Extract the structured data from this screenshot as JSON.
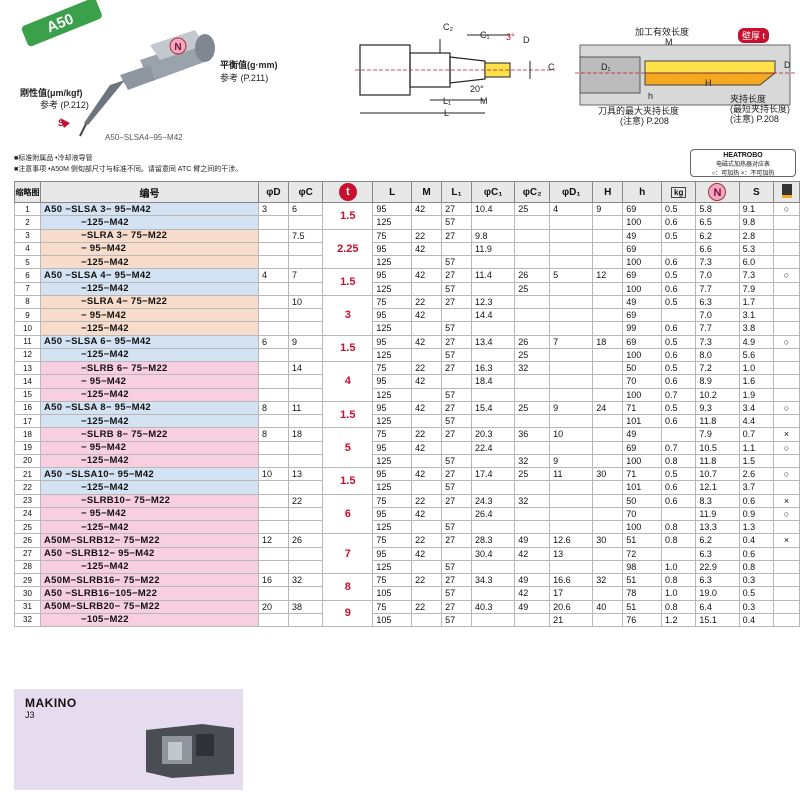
{
  "badge": "A50",
  "illustration": {
    "rigidity_label": "刚性值(μm/kgf)",
    "rigidity_ref": "参考 (P.212)",
    "balance_label": "平衡值(g·mm)",
    "balance_ref": "参考 (P.211)",
    "model_code": "A50−SLSA4−95−M42",
    "icon_s": "S",
    "icon_n": "N"
  },
  "diagram": {
    "c2": "C₂",
    "c1": "C₁",
    "angle3": "3°",
    "d": "D",
    "c": "C",
    "angle20": "20°",
    "l1": "L₁",
    "m": "M",
    "l": "L",
    "eff_len": "加工有效长度",
    "m2": "M",
    "wall": "壁厚 t",
    "d1": "D₁",
    "d2": "D",
    "h_upper": "H",
    "h_lower": "h",
    "max_clamp": "刀具的最大夹持长度",
    "max_note": "(注意) P.208",
    "clamp": "夹持长度",
    "min_clamp": "(最短夹持长度)",
    "min_note": "(注意) P.208"
  },
  "notes": {
    "line1": "■标准附属品  •冷却液导管",
    "line2": "■注意事项      •A50M 侧旬部尺寸与标准不同。请留意同 ATC 臂之间的干涉。"
  },
  "legend": {
    "title": "HEATROBO",
    "subtitle": "电磁式加热器对应表",
    "key": "○：可加热    ×：不可加热"
  },
  "table": {
    "headers": [
      "编号",
      "φD",
      "φC",
      "t",
      "L",
      "M",
      "L₁",
      "φC₁",
      "φC₂",
      "φD₁",
      "H",
      "h",
      "kg",
      "N",
      "S",
      "heat"
    ],
    "header_no": "缩略图",
    "rows": [
      {
        "no": "1",
        "code": "A50  −SLSA 3−  95−M42",
        "bg": "blue",
        "D": "3",
        "C": "6",
        "L": "95",
        "M": "42",
        "L1": "27",
        "C1": "10.4",
        "C2": "25",
        "D1": "4",
        "H": "9",
        "h": "69",
        "kg": "0.5",
        "N": "5.8",
        "S": "9.1",
        "mk": "○"
      },
      {
        "no": "2",
        "code": "−125−M42",
        "bg": "blue",
        "D": "",
        "C": "",
        "L": "125",
        "M": "",
        "L1": "57",
        "C1": "",
        "C2": "",
        "D1": "",
        "H": "",
        "h": "100",
        "kg": "0.6",
        "N": "6.5",
        "S": "9.8",
        "mk": ""
      },
      {
        "no": "3",
        "code": "−SLRA 3−  75−M22",
        "bg": "peach",
        "D": "",
        "C": "7.5",
        "L": "75",
        "M": "22",
        "L1": "27",
        "C1": "9.8",
        "C2": "",
        "D1": "",
        "H": "",
        "h": "49",
        "kg": "0.5",
        "N": "6.2",
        "S": "2.8",
        "mk": ""
      },
      {
        "no": "4",
        "code": "−  95−M42",
        "bg": "peach",
        "D": "",
        "C": "",
        "L": "95",
        "M": "42",
        "L1": "",
        "C1": "11.9",
        "C2": "",
        "D1": "",
        "H": "",
        "h": "69",
        "kg": "",
        "N": "6.6",
        "S": "5.3",
        "mk": ""
      },
      {
        "no": "5",
        "code": "−125−M42",
        "bg": "peach",
        "D": "",
        "C": "",
        "L": "125",
        "M": "",
        "L1": "57",
        "C1": "",
        "C2": "",
        "D1": "",
        "H": "",
        "h": "100",
        "kg": "0.6",
        "N": "7.3",
        "S": "6.0",
        "mk": ""
      },
      {
        "no": "6",
        "code": "A50  −SLSA 4−  95−M42",
        "bg": "blue",
        "D": "4",
        "C": "7",
        "L": "95",
        "M": "42",
        "L1": "27",
        "C1": "11.4",
        "C2": "26",
        "D1": "5",
        "H": "12",
        "h": "69",
        "kg": "0.5",
        "N": "7.0",
        "S": "7.3",
        "mk": "○"
      },
      {
        "no": "7",
        "code": "−125−M42",
        "bg": "blue",
        "D": "",
        "C": "",
        "L": "125",
        "M": "",
        "L1": "57",
        "C1": "",
        "C2": "25",
        "D1": "",
        "H": "",
        "h": "100",
        "kg": "0.6",
        "N": "7.7",
        "S": "7.9",
        "mk": ""
      },
      {
        "no": "8",
        "code": "−SLRA  4−  75−M22",
        "bg": "peach",
        "D": "",
        "C": "10",
        "L": "75",
        "M": "22",
        "L1": "27",
        "C1": "12.3",
        "C2": "",
        "D1": "",
        "H": "",
        "h": "49",
        "kg": "0.5",
        "N": "6.3",
        "S": "1.7",
        "mk": ""
      },
      {
        "no": "9",
        "code": "−  95−M42",
        "bg": "peach",
        "D": "",
        "C": "",
        "L": "95",
        "M": "42",
        "L1": "",
        "C1": "14.4",
        "C2": "",
        "D1": "",
        "H": "",
        "h": "69",
        "kg": "",
        "N": "7.0",
        "S": "3.1",
        "mk": ""
      },
      {
        "no": "10",
        "code": "−125−M42",
        "bg": "peach",
        "D": "",
        "C": "",
        "L": "125",
        "M": "",
        "L1": "57",
        "C1": "",
        "C2": "",
        "D1": "",
        "H": "",
        "h": "99",
        "kg": "0.6",
        "N": "7.7",
        "S": "3.8",
        "mk": ""
      },
      {
        "no": "11",
        "code": "A50  −SLSA  6−  95−M42",
        "bg": "blue",
        "D": "6",
        "C": "9",
        "L": "95",
        "M": "42",
        "L1": "27",
        "C1": "13.4",
        "C2": "26",
        "D1": "7",
        "H": "18",
        "h": "69",
        "kg": "0.5",
        "N": "7.3",
        "S": "4.9",
        "mk": "○"
      },
      {
        "no": "12",
        "code": "−125−M42",
        "bg": "blue",
        "D": "",
        "C": "",
        "L": "125",
        "M": "",
        "L1": "57",
        "C1": "",
        "C2": "25",
        "D1": "",
        "H": "",
        "h": "100",
        "kg": "0.6",
        "N": "8.0",
        "S": "5.6",
        "mk": ""
      },
      {
        "no": "13",
        "code": "−SLRB  6−  75−M22",
        "bg": "pink",
        "D": "",
        "C": "14",
        "L": "75",
        "M": "22",
        "L1": "27",
        "C1": "16.3",
        "C2": "32",
        "D1": "",
        "H": "",
        "h": "50",
        "kg": "0.5",
        "N": "7.2",
        "S": "1.0",
        "mk": ""
      },
      {
        "no": "14",
        "code": "−  95−M42",
        "bg": "pink",
        "D": "",
        "C": "",
        "L": "95",
        "M": "42",
        "L1": "",
        "C1": "18.4",
        "C2": "",
        "D1": "",
        "H": "",
        "h": "70",
        "kg": "0.6",
        "N": "8.9",
        "S": "1.6",
        "mk": ""
      },
      {
        "no": "15",
        "code": "−125−M42",
        "bg": "pink",
        "D": "",
        "C": "",
        "L": "125",
        "M": "",
        "L1": "57",
        "C1": "",
        "C2": "",
        "D1": "",
        "H": "",
        "h": "100",
        "kg": "0.7",
        "N": "10.2",
        "S": "1.9",
        "mk": ""
      },
      {
        "no": "16",
        "code": "A50  −SLSA  8−  95−M42",
        "bg": "blue",
        "D": "8",
        "C": "11",
        "L": "95",
        "M": "42",
        "L1": "27",
        "C1": "15.4",
        "C2": "25",
        "D1": "9",
        "H": "24",
        "h": "71",
        "kg": "0.5",
        "N": "9.3",
        "S": "3.4",
        "mk": "○"
      },
      {
        "no": "17",
        "code": "−125−M42",
        "bg": "blue",
        "D": "",
        "C": "",
        "L": "125",
        "M": "",
        "L1": "57",
        "C1": "",
        "C2": "",
        "D1": "",
        "H": "",
        "h": "101",
        "kg": "0.6",
        "N": "11.8",
        "S": "4.4",
        "mk": ""
      },
      {
        "no": "18",
        "code": "−SLRB  8−  75−M22",
        "bg": "pink",
        "D": "8",
        "C": "18",
        "L": "75",
        "M": "22",
        "L1": "27",
        "C1": "20.3",
        "C2": "36",
        "D1": "10",
        "H": "",
        "h": "49",
        "kg": "",
        "N": "7.9",
        "S": "0.7",
        "mk": "×"
      },
      {
        "no": "19",
        "code": "−  95−M42",
        "bg": "pink",
        "D": "",
        "C": "",
        "L": "95",
        "M": "42",
        "L1": "",
        "C1": "22.4",
        "C2": "",
        "D1": "",
        "H": "",
        "h": "69",
        "kg": "0.7",
        "N": "10.5",
        "S": "1.1",
        "mk": "○"
      },
      {
        "no": "20",
        "code": "−125−M42",
        "bg": "pink",
        "D": "",
        "C": "",
        "L": "125",
        "M": "",
        "L1": "57",
        "C1": "",
        "C2": "32",
        "D1": "9",
        "H": "",
        "h": "100",
        "kg": "0.8",
        "N": "11.8",
        "S": "1.5",
        "mk": ""
      },
      {
        "no": "21",
        "code": "A50  −SLSA10−  95−M42",
        "bg": "blue",
        "D": "10",
        "C": "13",
        "L": "95",
        "M": "42",
        "L1": "27",
        "C1": "17.4",
        "C2": "25",
        "D1": "11",
        "H": "30",
        "h": "71",
        "kg": "0.5",
        "N": "10.7",
        "S": "2.6",
        "mk": "○"
      },
      {
        "no": "22",
        "code": "−125−M42",
        "bg": "blue",
        "D": "",
        "C": "",
        "L": "125",
        "M": "",
        "L1": "57",
        "C1": "",
        "C2": "",
        "D1": "",
        "H": "",
        "h": "101",
        "kg": "0.6",
        "N": "12.1",
        "S": "3.7",
        "mk": ""
      },
      {
        "no": "23",
        "code": "−SLRB10−  75−M22",
        "bg": "pink",
        "D": "",
        "C": "22",
        "L": "75",
        "M": "22",
        "L1": "27",
        "C1": "24.3",
        "C2": "32",
        "D1": "",
        "H": "",
        "h": "50",
        "kg": "0.6",
        "N": "8.3",
        "S": "0.6",
        "mk": "×"
      },
      {
        "no": "24",
        "code": "−  95−M42",
        "bg": "pink",
        "D": "",
        "C": "",
        "L": "95",
        "M": "42",
        "L1": "",
        "C1": "26.4",
        "C2": "",
        "D1": "",
        "H": "",
        "h": "70",
        "kg": "",
        "N": "11.9",
        "S": "0.9",
        "mk": "○"
      },
      {
        "no": "25",
        "code": "−125−M42",
        "bg": "pink",
        "D": "",
        "C": "",
        "L": "125",
        "M": "",
        "L1": "57",
        "C1": "",
        "C2": "",
        "D1": "",
        "H": "",
        "h": "100",
        "kg": "0.8",
        "N": "13.3",
        "S": "1.3",
        "mk": ""
      },
      {
        "no": "26",
        "code": "A50M−SLRB12−  75−M22",
        "bg": "pink",
        "D": "12",
        "C": "26",
        "L": "75",
        "M": "22",
        "L1": "27",
        "C1": "28.3",
        "C2": "49",
        "D1": "12.6",
        "H": "30",
        "h": "51",
        "kg": "0.8",
        "N": "6.2",
        "S": "0.4",
        "mk": "×"
      },
      {
        "no": "27",
        "code": "A50  −SLRB12−  95−M42",
        "bg": "pink",
        "D": "",
        "C": "",
        "L": "95",
        "M": "42",
        "L1": "",
        "C1": "30.4",
        "C2": "42",
        "D1": "13",
        "H": "",
        "h": "72",
        "kg": "",
        "N": "6.3",
        "S": "0.6",
        "mk": ""
      },
      {
        "no": "28",
        "code": "−125−M42",
        "bg": "pink",
        "D": "",
        "C": "",
        "L": "125",
        "M": "",
        "L1": "57",
        "C1": "",
        "C2": "",
        "D1": "",
        "H": "",
        "h": "98",
        "kg": "1.0",
        "N": "22.9",
        "S": "0.8",
        "mk": ""
      },
      {
        "no": "29",
        "code": "A50M−SLRB16−  75−M22",
        "bg": "pink",
        "D": "16",
        "C": "32",
        "L": "75",
        "M": "22",
        "L1": "27",
        "C1": "34.3",
        "C2": "49",
        "D1": "16.6",
        "H": "32",
        "h": "51",
        "kg": "0.8",
        "N": "6.3",
        "S": "0.3",
        "mk": ""
      },
      {
        "no": "30",
        "code": "A50  −SLRB16−105−M22",
        "bg": "pink",
        "D": "",
        "C": "",
        "L": "105",
        "M": "",
        "L1": "57",
        "C1": "",
        "C2": "42",
        "D1": "17",
        "H": "",
        "h": "78",
        "kg": "1.0",
        "N": "19.0",
        "S": "0.5",
        "mk": ""
      },
      {
        "no": "31",
        "code": "A50M−SLRB20−  75−M22",
        "bg": "pink",
        "D": "20",
        "C": "38",
        "L": "75",
        "M": "22",
        "L1": "27",
        "C1": "40.3",
        "C2": "49",
        "D1": "20.6",
        "H": "40",
        "h": "51",
        "kg": "0.8",
        "N": "6.4",
        "S": "0.3",
        "mk": ""
      },
      {
        "no": "32",
        "code": "−105−M22",
        "bg": "pink",
        "D": "",
        "C": "",
        "L": "105",
        "M": "",
        "L1": "57",
        "C1": "",
        "C2": "",
        "D1": "21",
        "H": "",
        "h": "76",
        "kg": "1.2",
        "N": "15.1",
        "S": "0.4",
        "mk": ""
      }
    ],
    "t_groups": [
      {
        "value": "1.5",
        "start": 0,
        "span": 2
      },
      {
        "value": "2.25",
        "start": 2,
        "span": 3
      },
      {
        "value": "1.5",
        "start": 5,
        "span": 2
      },
      {
        "value": "3",
        "start": 7,
        "span": 3
      },
      {
        "value": "1.5",
        "start": 10,
        "span": 2
      },
      {
        "value": "4",
        "start": 12,
        "span": 3
      },
      {
        "value": "1.5",
        "start": 15,
        "span": 2
      },
      {
        "value": "5",
        "start": 17,
        "span": 3
      },
      {
        "value": "1.5",
        "start": 20,
        "span": 2
      },
      {
        "value": "6",
        "start": 22,
        "span": 3
      },
      {
        "value": "7",
        "start": 25,
        "span": 3
      },
      {
        "value": "8",
        "start": 28,
        "span": 2
      },
      {
        "value": "9",
        "start": 30,
        "span": 2
      }
    ]
  },
  "machine": {
    "brand": "MAKINO",
    "model": "J3"
  }
}
